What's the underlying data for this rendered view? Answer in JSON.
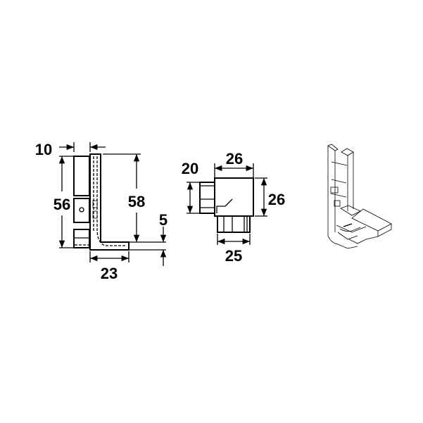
{
  "drawing": {
    "side_view": {
      "width_top": "10",
      "height_left": "56",
      "height_right": "58",
      "foot_thickness": "5",
      "foot_length": "23"
    },
    "top_view": {
      "width_top": "26",
      "height_left": "20",
      "height_right": "26",
      "width_bottom": "25"
    },
    "isometric_view": {
      "icon": "isometric-bracket"
    }
  }
}
